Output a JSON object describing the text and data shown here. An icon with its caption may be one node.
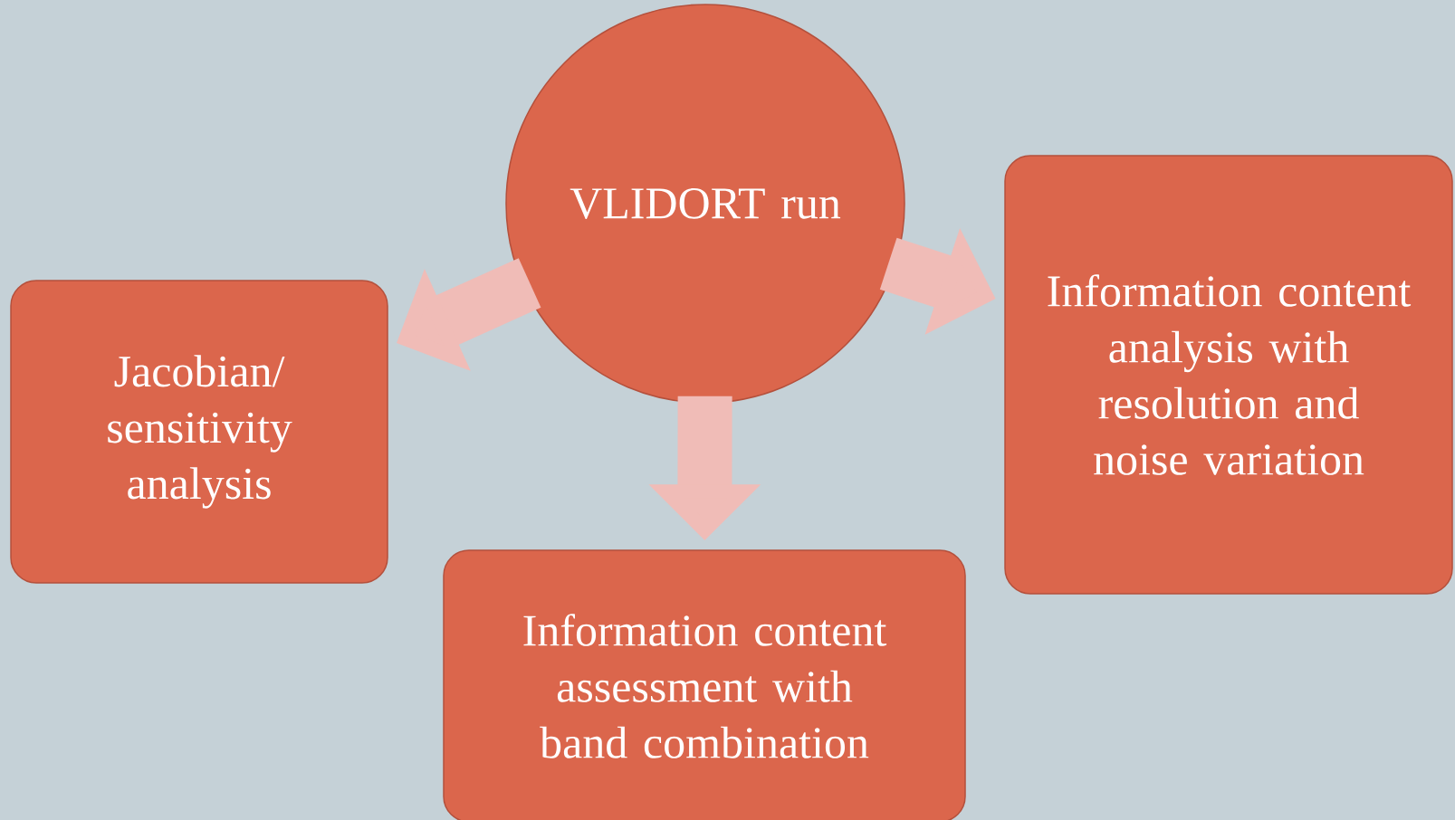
{
  "diagram": {
    "nodes": [
      {
        "text": [
          "VLIDORT run"
        ]
      },
      {
        "text": [
          "Jacobian/ sensitivity analysis"
        ]
      },
      {
        "text": [
          "Information content assessment with band combination"
        ]
      },
      {
        "text": [
          "Information content analysis with resolution and noise variation"
        ]
      }
    ],
    "edges": [
      {
        "from": 0,
        "to": 1,
        "arrow": "to"
      },
      {
        "from": 0,
        "to": 2,
        "arrow": "to"
      },
      {
        "from": 0,
        "to": 3,
        "arrow": "to"
      }
    ]
  }
}
